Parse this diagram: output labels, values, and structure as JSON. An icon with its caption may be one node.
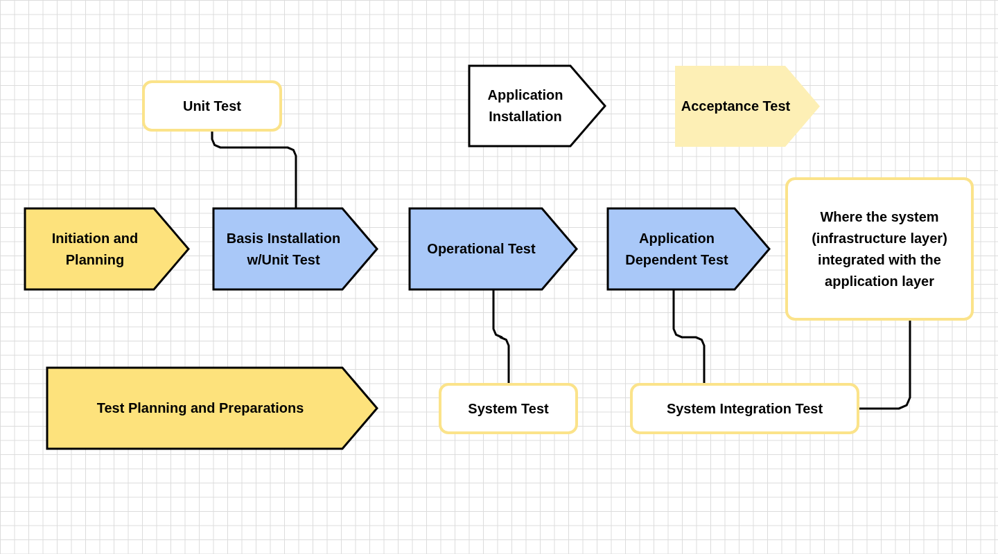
{
  "diagram": {
    "nodes": [
      {
        "text": [
          "Unit Test"
        ]
      },
      {
        "text": [
          "Application Installation"
        ]
      },
      {
        "text": [
          "Acceptance Test"
        ]
      },
      {
        "text": [
          "Initiation and Planning"
        ]
      },
      {
        "text": [
          "Basis Installation w/Unit Test"
        ]
      },
      {
        "text": [
          "Operational Test"
        ]
      },
      {
        "text": [
          "Application Dependent Test"
        ]
      },
      {
        "text": [
          "Where the system (infrastructure layer) integrated with the application layer"
        ]
      },
      {
        "text": [
          "Test Planning and Preparations"
        ]
      },
      {
        "text": [
          "System Test"
        ]
      },
      {
        "text": [
          "System Integration Test"
        ]
      }
    ],
    "edges": [
      {
        "from": 0,
        "to": 4,
        "arrow": "none"
      },
      {
        "from": 5,
        "to": 9,
        "arrow": "none"
      },
      {
        "from": 6,
        "to": 10,
        "arrow": "none"
      },
      {
        "from": 7,
        "to": 10,
        "arrow": "none"
      }
    ]
  }
}
